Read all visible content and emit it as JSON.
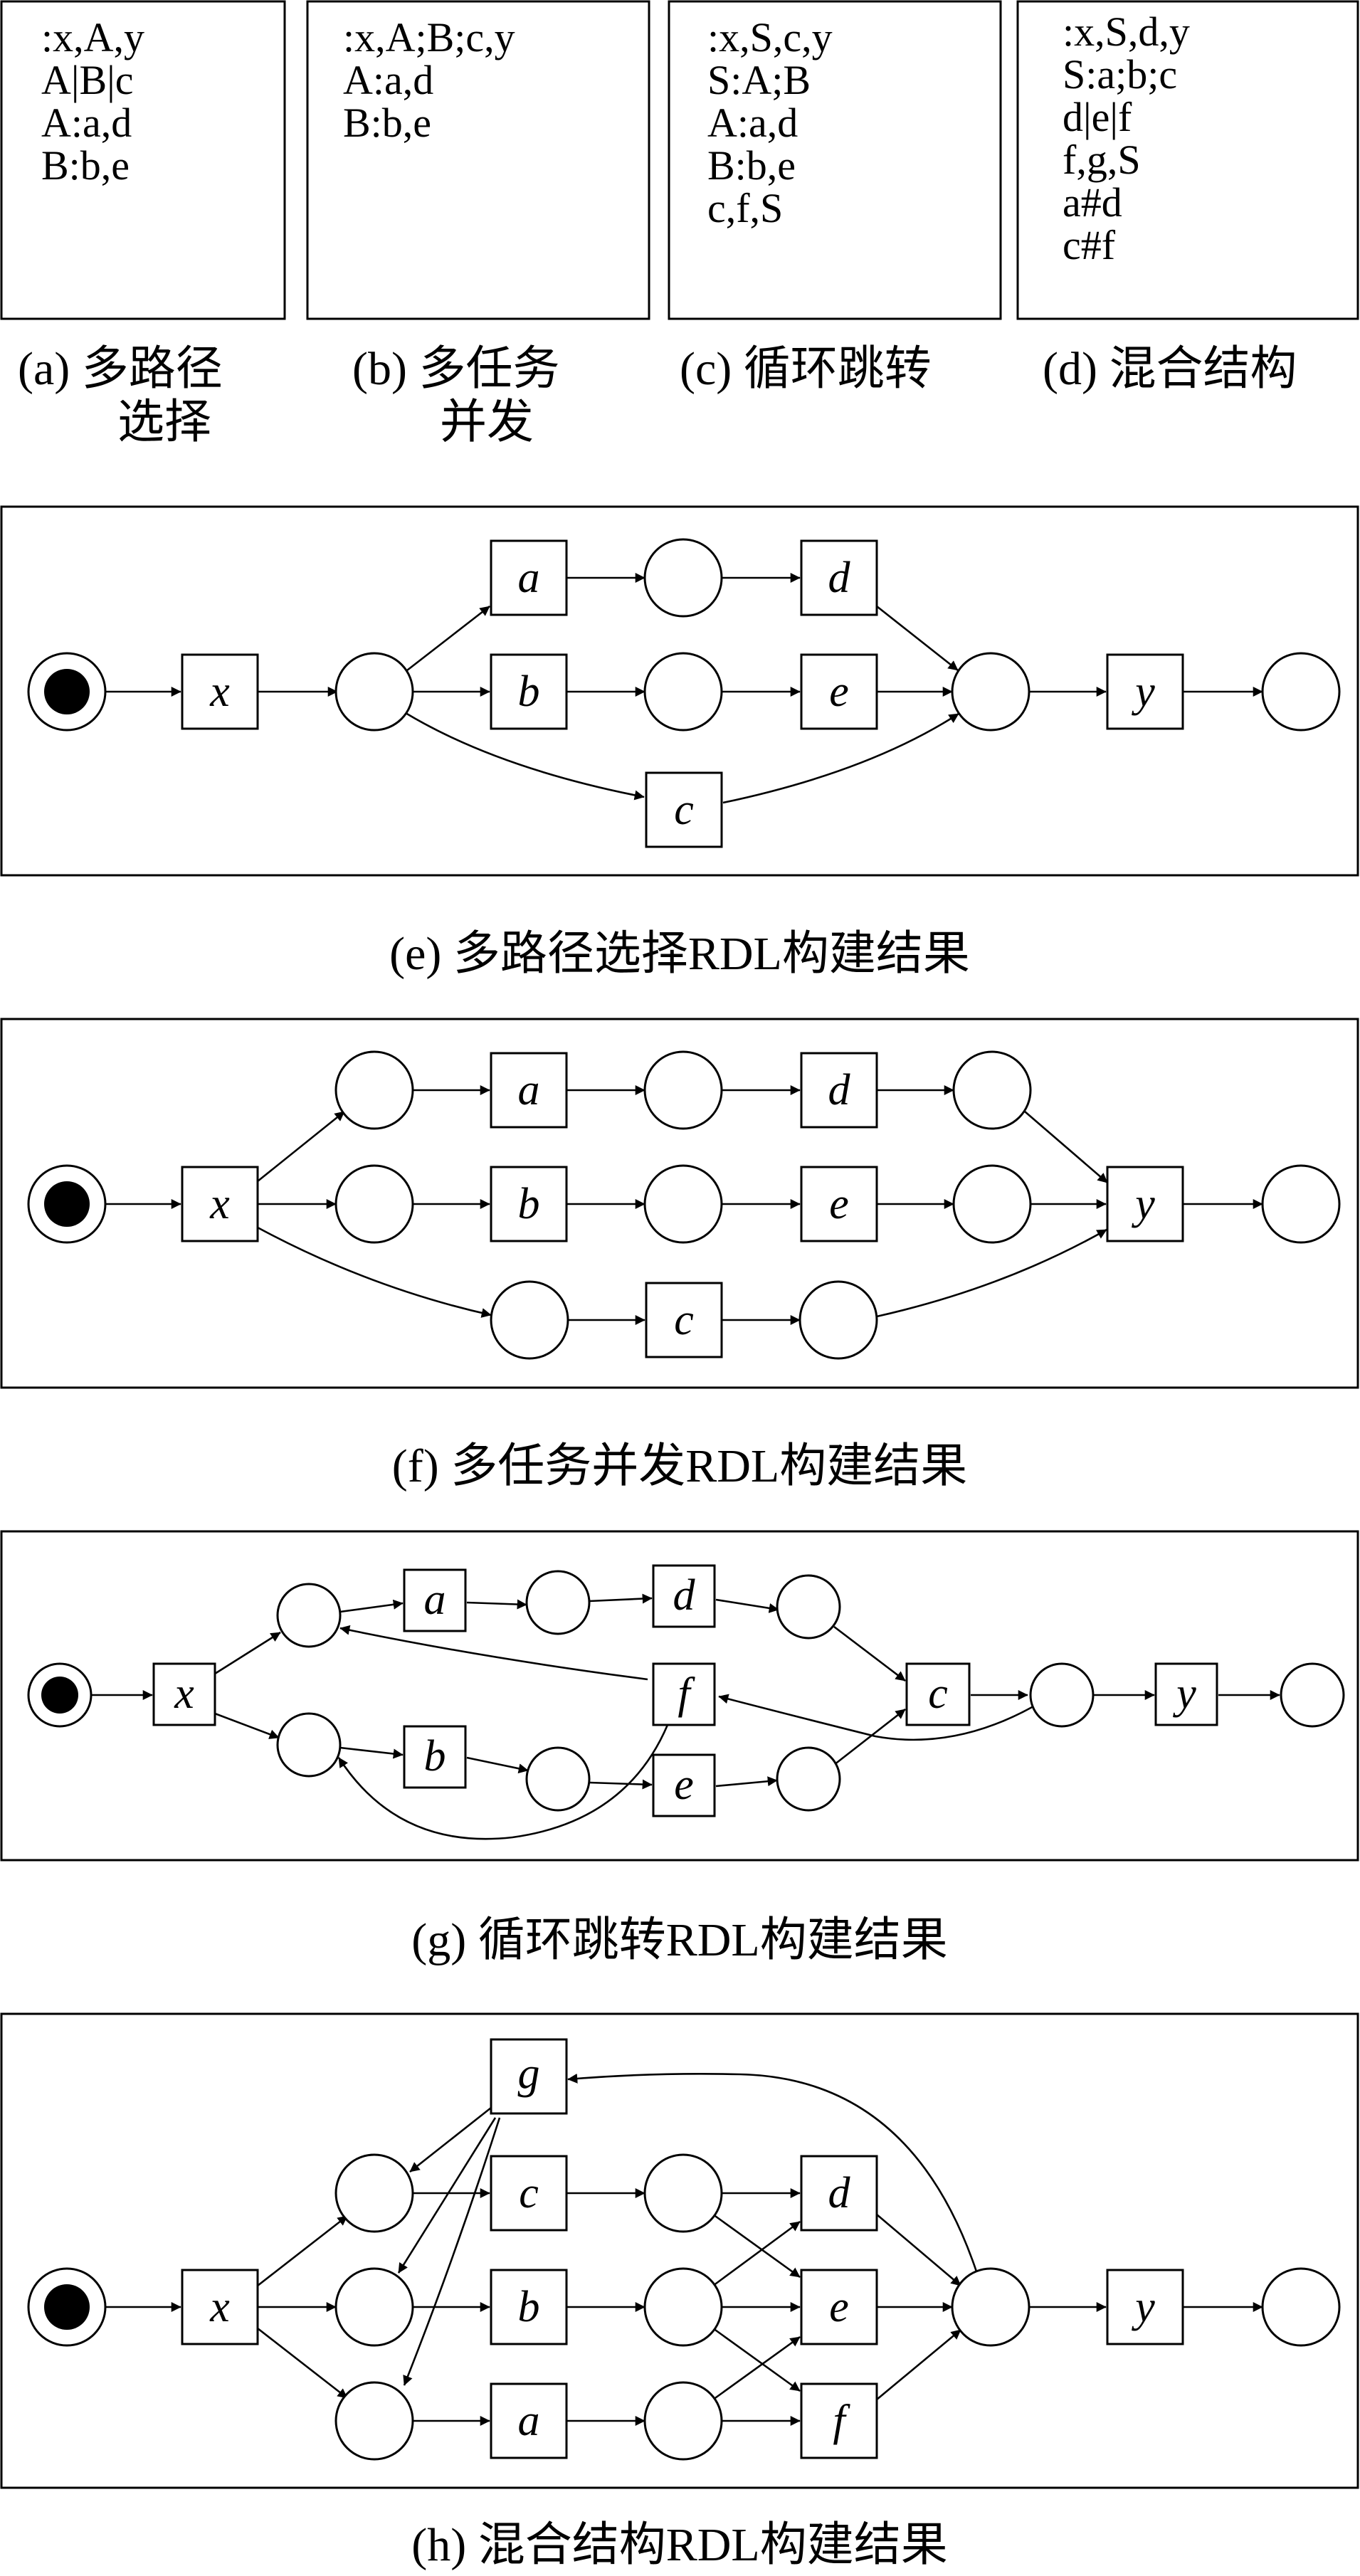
{
  "grammars": [
    {
      "lines": [
        ":x,A,y",
        "A|B|c",
        "A:a,d",
        "B:b,e"
      ],
      "caption": [
        "(a)  多路径",
        "选择"
      ]
    },
    {
      "lines": [
        ":x,A;B;c,y",
        "A:a,d",
        "B:b,e"
      ],
      "caption": [
        "(b) 多任务",
        "并发"
      ]
    },
    {
      "lines": [
        ":x,S,c,y",
        "S:A;B",
        "A:a,d",
        "B:b,e",
        "c,f,S"
      ],
      "caption": [
        "(c) 循环跳转"
      ]
    },
    {
      "lines": [
        ":x,S,d,y",
        "S:a;b;c",
        "d|e|f",
        "f,g,S",
        "a#d",
        "c#f"
      ],
      "caption": [
        "(d) 混合结构"
      ]
    }
  ],
  "nets": [
    {
      "id": "e",
      "caption": "(e)  多路径选择RDL构建结果",
      "transitions": {
        "x": "x",
        "a": "a",
        "b": "b",
        "c": "c",
        "d": "d",
        "e": "e",
        "y": "y"
      }
    },
    {
      "id": "f",
      "caption": "(f)  多任务并发RDL构建结果",
      "transitions": {
        "x": "x",
        "a": "a",
        "b": "b",
        "c": "c",
        "d": "d",
        "e": "e",
        "y": "y"
      }
    },
    {
      "id": "g",
      "caption": "(g)  循环跳转RDL构建结果",
      "transitions": {
        "x": "x",
        "a": "a",
        "b": "b",
        "c": "c",
        "d": "d",
        "e": "e",
        "f": "f",
        "y": "y"
      }
    },
    {
      "id": "h",
      "caption": "(h)  混合结构RDL构建结果",
      "transitions": {
        "x": "x",
        "a": "a",
        "b": "b",
        "c": "c",
        "d": "d",
        "e": "e",
        "f": "f",
        "g": "g",
        "y": "y"
      }
    }
  ]
}
